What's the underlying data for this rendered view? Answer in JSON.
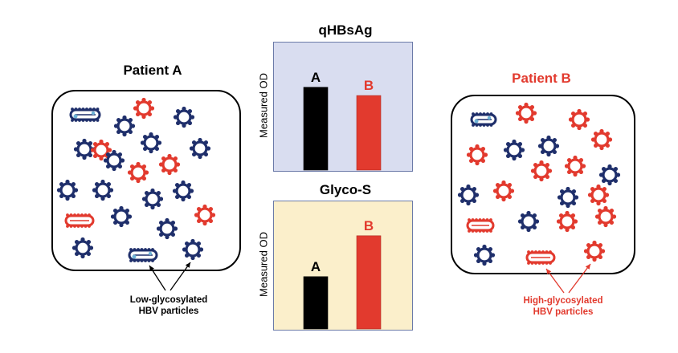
{
  "colors": {
    "navy": "#1f2f6b",
    "red": "#e23a2e",
    "blue_bg": "#d9ddf0",
    "yellow_bg": "#fbefcb",
    "bar_a": "#000000",
    "bar_b": "#e23a2e"
  },
  "patient_a": {
    "title": "Patient A",
    "caption_line1": "Low-glycosylated",
    "caption_line2": "HBV particles"
  },
  "patient_b": {
    "title": "Patient B",
    "caption_line1": "High-glycosylated",
    "caption_line2": "HBV particles"
  },
  "chart_data": [
    {
      "type": "bar",
      "title": "qHBsAg",
      "ylabel": "Measured OD",
      "categories": [
        "A",
        "B"
      ],
      "values": [
        1.0,
        0.9
      ],
      "ylim": [
        0,
        1.55
      ]
    },
    {
      "type": "bar",
      "title": "Glyco-S",
      "ylabel": "Measured OD",
      "categories": [
        "A",
        "B"
      ],
      "values": [
        0.55,
        0.98
      ],
      "ylim": [
        0,
        1.35
      ]
    }
  ]
}
